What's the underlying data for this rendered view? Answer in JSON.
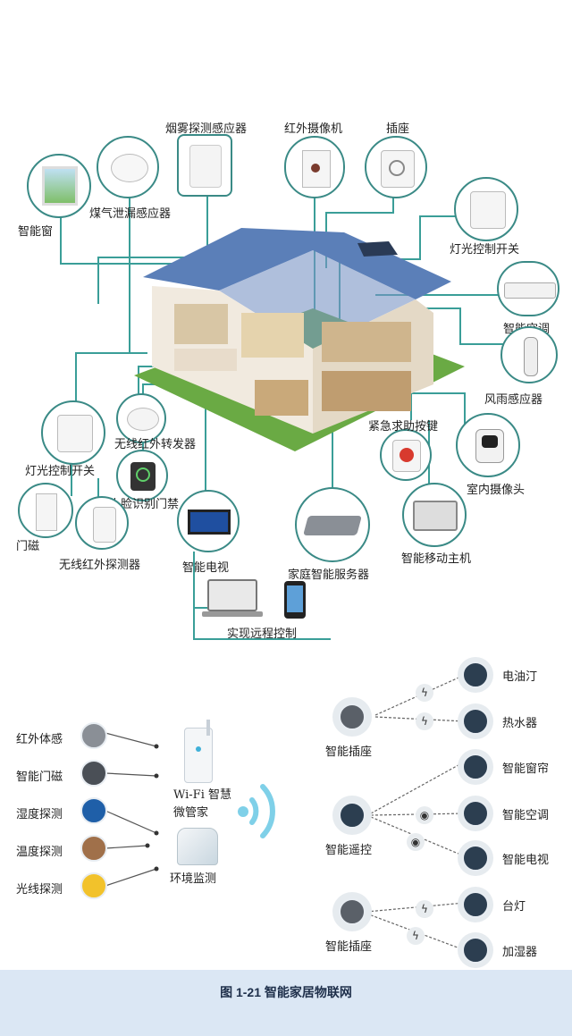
{
  "house_labels": {
    "smoke_detector": "烟雾探测感应器",
    "ir_camera": "红外摄像机",
    "socket": "插座",
    "smart_window": "智能窗",
    "gas_leak_sensor": "煤气泄漏感应器",
    "light_switch_top": "灯光控制开关",
    "smart_ac": "智能空调",
    "wind_rain_sensor": "风雨感应器",
    "emergency_button": "紧急求助按键",
    "ir_transponder": "无线红外转发器",
    "light_switch_left": "灯光控制开关",
    "indoor_camera": "室内摄像头",
    "face_door": "人脸识别门禁",
    "door_magnet": "门磁",
    "wireless_ir_detector": "无线红外探测器",
    "smart_tv": "智能电视",
    "home_server": "家庭智能服务器",
    "mobile_host": "智能移动主机",
    "remote_control": "实现远程控制"
  },
  "sensors": [
    {
      "label": "红外体感",
      "icon": "infrared-body-icon",
      "color": "#8a8f96"
    },
    {
      "label": "智能门磁",
      "icon": "door-magnet-icon",
      "color": "#4a4f56"
    },
    {
      "label": "湿度探测",
      "icon": "humidity-drop-icon",
      "color": "#1f5fa8"
    },
    {
      "label": "温度探测",
      "icon": "thermometer-icon",
      "color": "#a0704a"
    },
    {
      "label": "光线探测",
      "icon": "sun-icon",
      "color": "#f2c22b"
    }
  ],
  "hub": {
    "title": "Wi-Fi 智慧",
    "subtitle": "微管家",
    "env_label": "环境监测"
  },
  "controllers": [
    {
      "label": "智能插座",
      "icon": "socket-icon"
    },
    {
      "label": "智能遥控",
      "icon": "remote-icon"
    },
    {
      "label": "智能插座",
      "icon": "socket-icon"
    }
  ],
  "appliances": [
    {
      "label": "电油汀",
      "icon": "oil-heater-icon"
    },
    {
      "label": "热水器",
      "icon": "water-heater-icon"
    },
    {
      "label": "智能窗帘",
      "icon": "curtain-icon"
    },
    {
      "label": "智能空调",
      "icon": "ac-icon"
    },
    {
      "label": "智能电视",
      "icon": "tv-icon"
    },
    {
      "label": "台灯",
      "icon": "lamp-icon"
    },
    {
      "label": "加湿器",
      "icon": "humidifier-icon"
    }
  ],
  "caption": "图 1-21    智能家居物联网"
}
